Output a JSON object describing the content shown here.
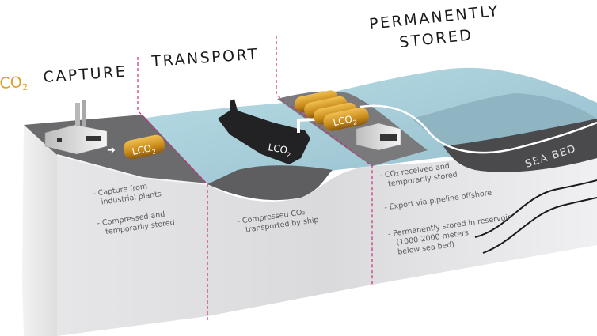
{
  "headings": {
    "co2_prefix": "CO",
    "co2_sub": "2",
    "capture": "CAPTURE",
    "transport": "TRANSPORT",
    "stored_line1": "PERMANENTLY",
    "stored_line2": "STORED"
  },
  "labels": {
    "lco2": "LCO",
    "lco2_sub": "2",
    "sea_bed": "SEA BED"
  },
  "capture_notes": [
    {
      "line1": "- Capture from",
      "line2": "industrial plants"
    },
    {
      "line1": "- Compressed and",
      "line2": "temporarily stored"
    }
  ],
  "transport_notes": [
    {
      "line1": "- Compressed CO₂",
      "line2": "transported by ship"
    }
  ],
  "storage_notes": [
    {
      "line1": "- CO₂ received and",
      "line2": "temporarily stored",
      "line3": ""
    },
    {
      "line1": "- Export via pipeline offshore",
      "line2": "",
      "line3": ""
    },
    {
      "line1": "- Permanently stored in reservoir",
      "line2": "(1000-2000 meters",
      "line3": "below sea bed)"
    }
  ],
  "colors": {
    "accent_orange": "#e0a020",
    "divider_magenta": "#c8307e",
    "water": "#a9d3de",
    "ground_dark": "#6e6e70",
    "block_face": "#dcdcde"
  }
}
